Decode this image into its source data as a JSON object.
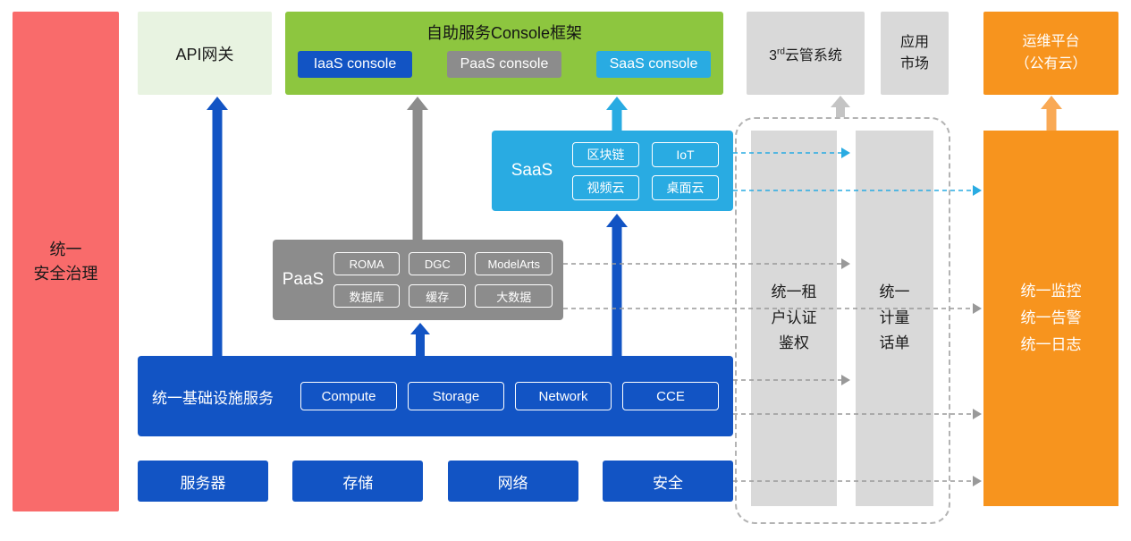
{
  "diagram": {
    "security": {
      "label": "统一\n安全治理"
    },
    "api_gateway": {
      "label": "API网关"
    },
    "console_framework": {
      "title": "自助服务Console框架",
      "iaas_console": "IaaS console",
      "paas_console": "PaaS console",
      "saas_console": "SaaS console"
    },
    "third_party_cloud": {
      "prefix": "3",
      "superscript": "rd",
      "suffix": "云管系统"
    },
    "app_market": {
      "label": "应用\n市场"
    },
    "om_platform": {
      "label": "运维平台\n（公有云）"
    },
    "saas": {
      "label": "SaaS",
      "items": [
        "区块链",
        "IoT",
        "视频云",
        "桌面云"
      ]
    },
    "paas": {
      "label": "PaaS",
      "items": [
        "ROMA",
        "DGC",
        "ModelArts",
        "数据库",
        "缓存",
        "大数据"
      ]
    },
    "iaas": {
      "label": "统一基础设施服务",
      "items": [
        "Compute",
        "Storage",
        "Network",
        "CCE"
      ]
    },
    "hardware": {
      "items": [
        "服务器",
        "存储",
        "网络",
        "安全"
      ]
    },
    "tenant_auth": {
      "label": "统一租\n户认证\n鉴权"
    },
    "metering": {
      "label": "统一\n计量\n话单"
    },
    "monitoring": {
      "label": "统一监控\n统一告警\n统一日志"
    },
    "colors": {
      "red": "#f96b6b",
      "light_green": "#e8f3e1",
      "green": "#8dc63f",
      "blue": "#1254c4",
      "gray": "#8c8c8c",
      "light_gray": "#d9d9d9",
      "cyan": "#29abe2",
      "orange": "#f7941e"
    }
  }
}
